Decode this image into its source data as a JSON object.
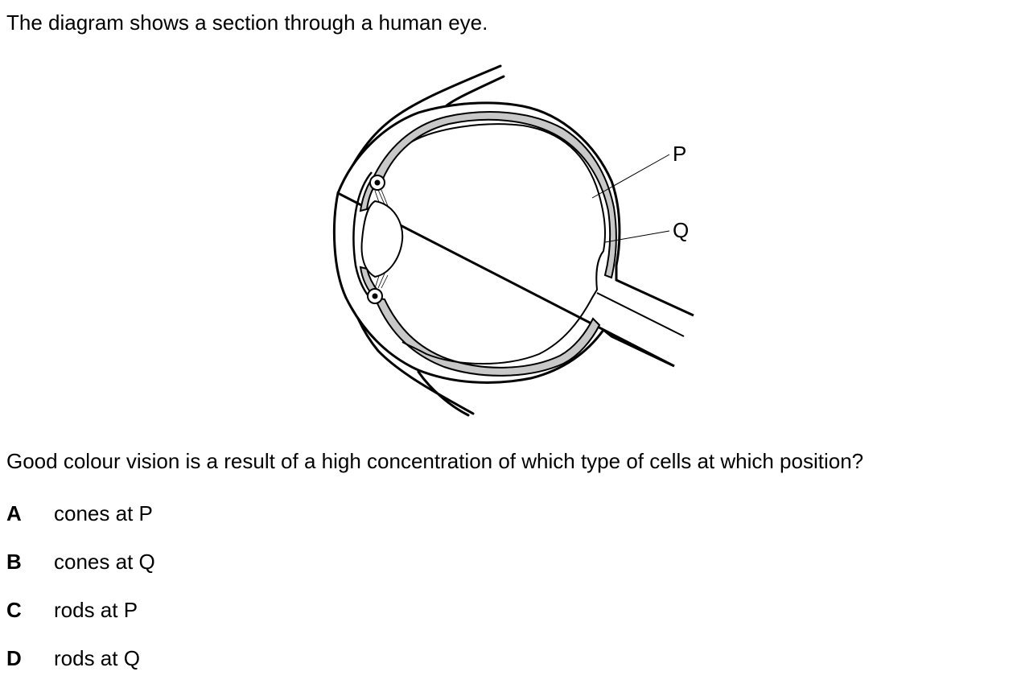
{
  "intro_text": "The diagram shows a section through a human eye.",
  "diagram": {
    "labels": {
      "p": "P",
      "q": "Q"
    },
    "colors": {
      "outline": "#000000",
      "shading": "#c8c8c8",
      "fill": "#ffffff"
    }
  },
  "question_text": "Good colour vision is a result of a high concentration of which type of cells at which position?",
  "options": [
    {
      "letter": "A",
      "text": "cones at P"
    },
    {
      "letter": "B",
      "text": "cones at Q"
    },
    {
      "letter": "C",
      "text": "rods at P"
    },
    {
      "letter": "D",
      "text": "rods at Q"
    }
  ]
}
